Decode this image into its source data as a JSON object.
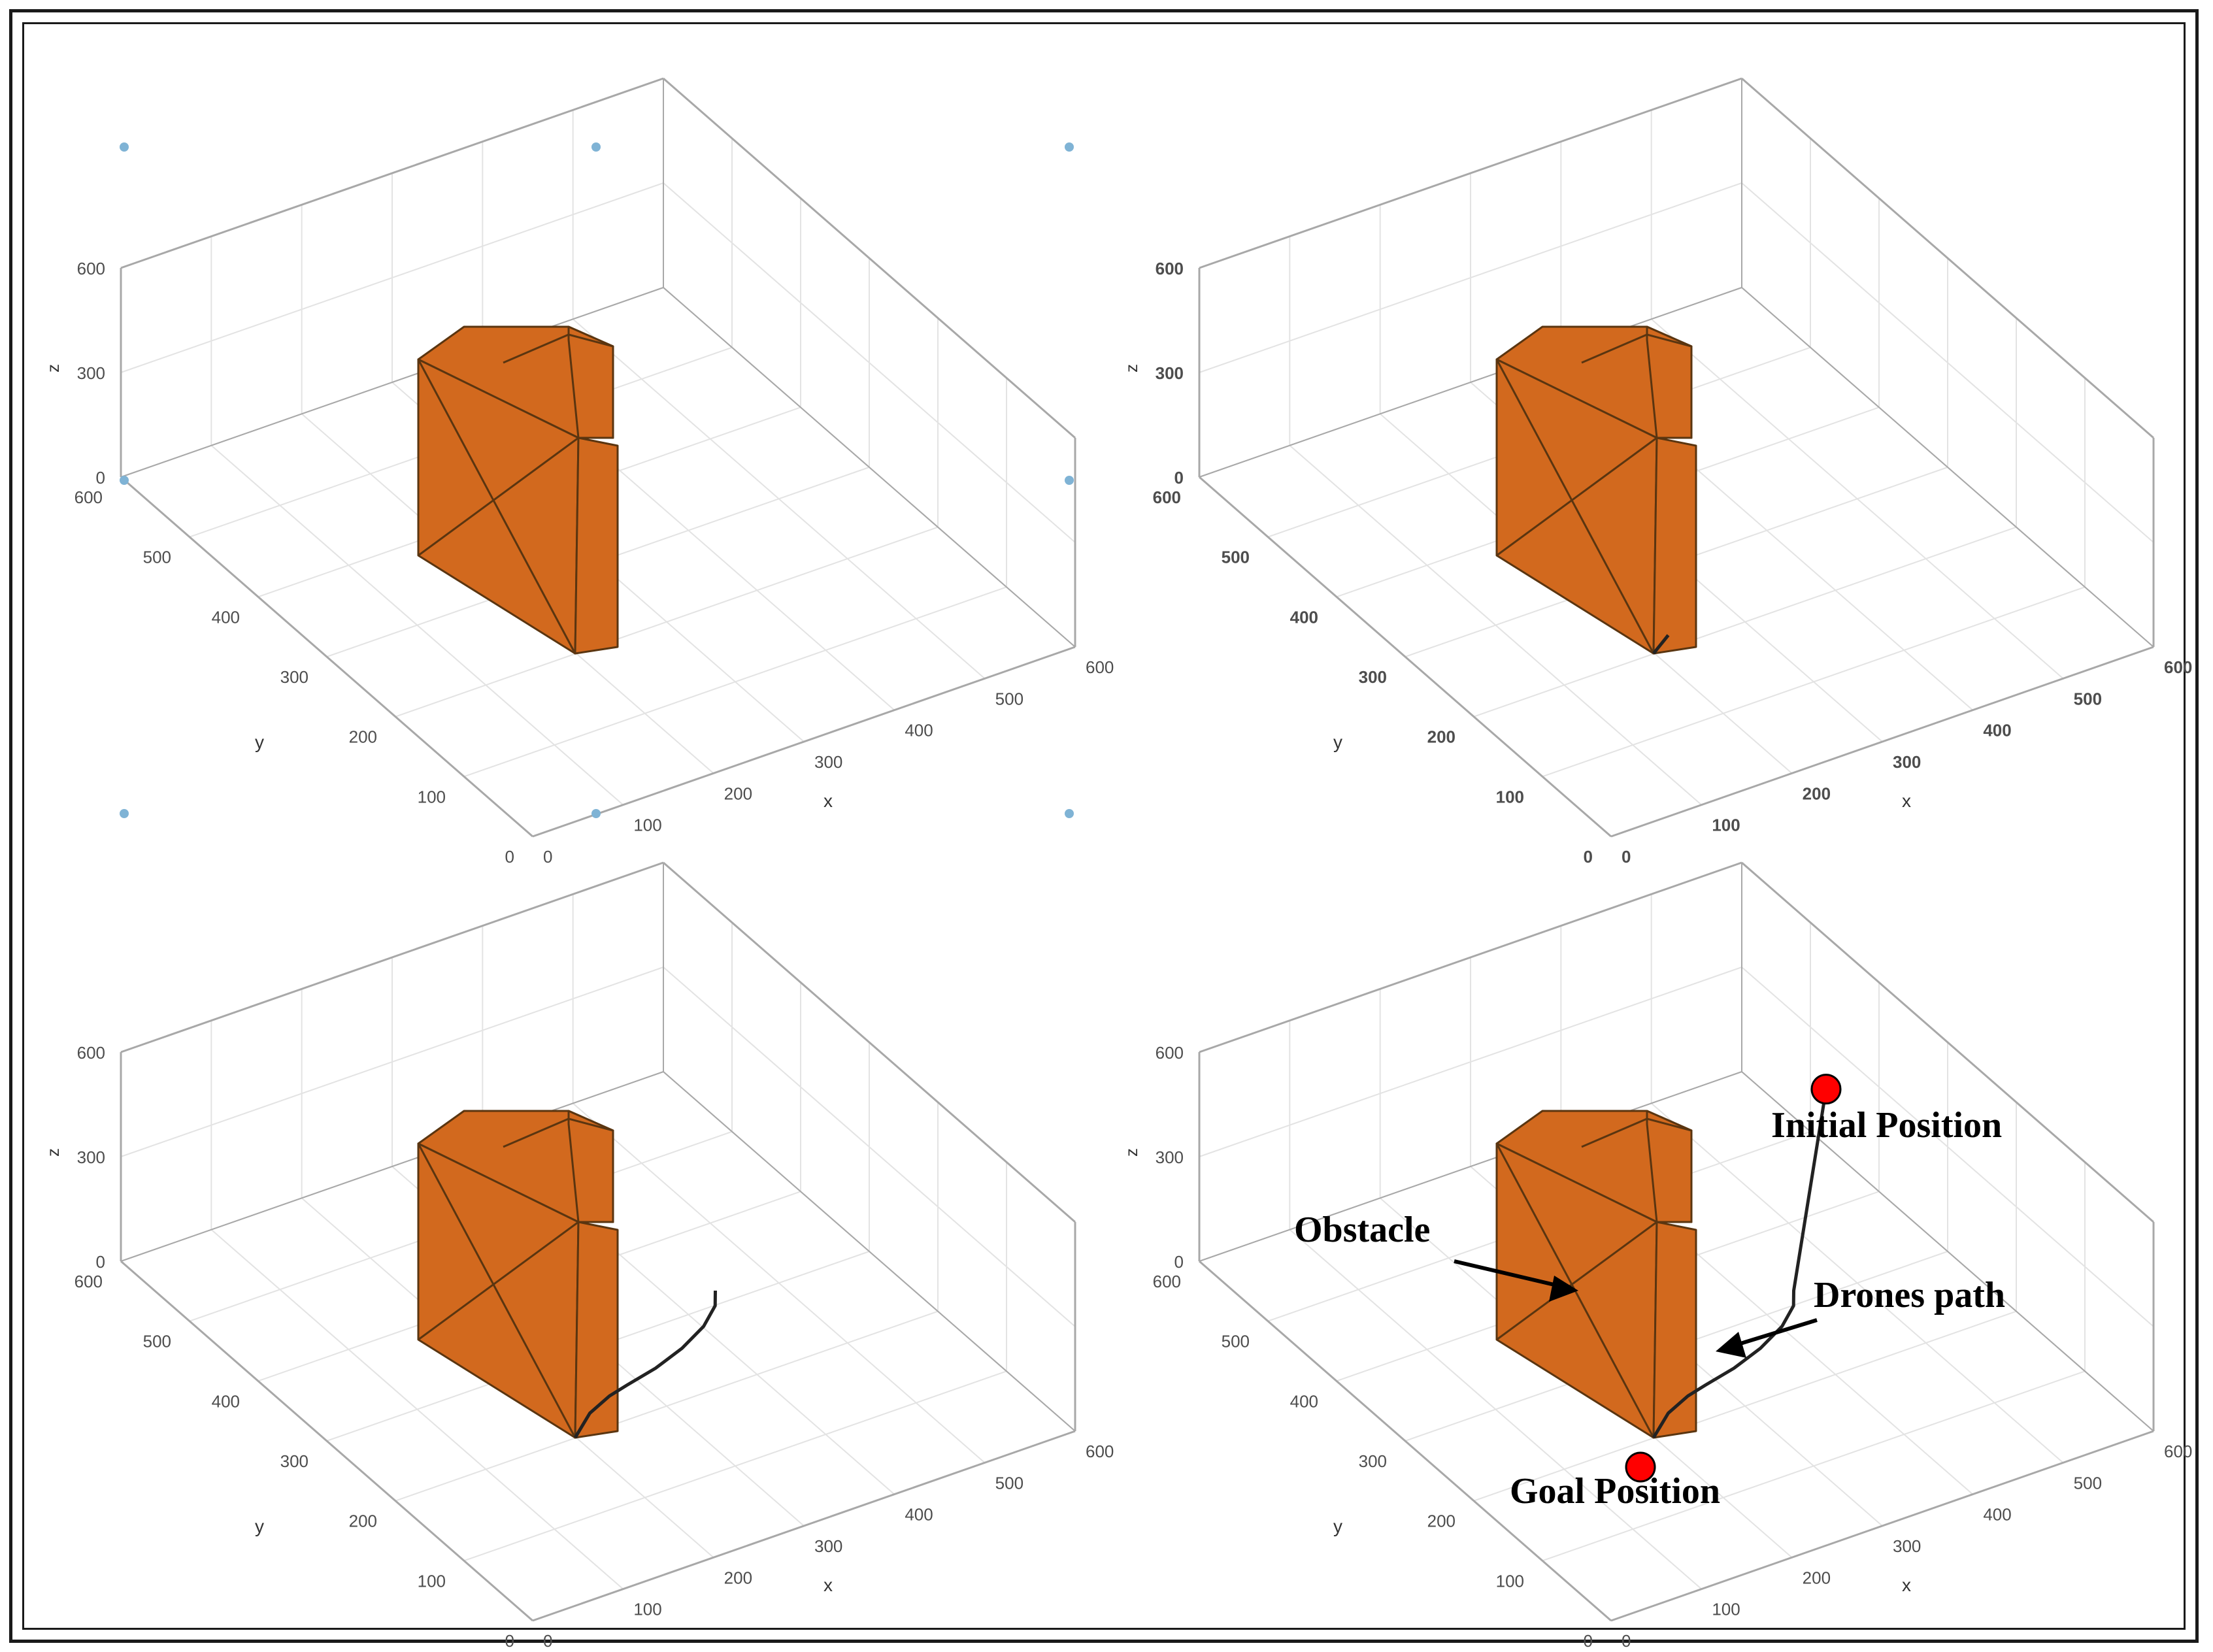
{
  "chart_data": [
    {
      "type": "scatter",
      "panel": "top-left",
      "xlabel": "x",
      "ylabel": "y",
      "zlabel": "z",
      "xlim": [
        0,
        600
      ],
      "ylim": [
        0,
        600
      ],
      "zlim": [
        0,
        600
      ],
      "xticks": [
        "0",
        "100",
        "200",
        "300",
        "400",
        "500",
        "600"
      ],
      "yticks": [
        "0",
        "100",
        "200",
        "300",
        "400",
        "500",
        "600"
      ],
      "zticks": [
        "0",
        "300",
        "600"
      ],
      "grid": true,
      "bold_ticks": false,
      "show_markers": true,
      "path": [],
      "annotations": [],
      "obstacle_color": "#d2691e"
    },
    {
      "type": "scatter",
      "panel": "top-right",
      "xlabel": "x",
      "ylabel": "y",
      "zlabel": "z",
      "xlim": [
        0,
        600
      ],
      "ylim": [
        0,
        600
      ],
      "zlim": [
        0,
        600
      ],
      "xticks": [
        "0",
        "100",
        "200",
        "300",
        "400",
        "500",
        "600"
      ],
      "yticks": [
        "0",
        "100",
        "200",
        "300",
        "400",
        "500",
        "600"
      ],
      "zticks": [
        "0",
        "300",
        "600"
      ],
      "grid": true,
      "bold_ticks": true,
      "show_markers": false,
      "path": [
        [
          300,
          300,
          0
        ],
        [
          315,
          300,
          20
        ]
      ],
      "annotations": [],
      "obstacle_color": "#d2691e"
    },
    {
      "type": "scatter",
      "panel": "bottom-left",
      "xlabel": "x",
      "ylabel": "y",
      "zlabel": "z",
      "xlim": [
        0,
        600
      ],
      "ylim": [
        0,
        600
      ],
      "zlim": [
        0,
        600
      ],
      "xticks": [
        "0",
        "100",
        "200",
        "300",
        "400",
        "500",
        "600"
      ],
      "yticks": [
        "0",
        "100",
        "200",
        "300",
        "400",
        "500",
        "600"
      ],
      "zticks": [
        "0",
        "300",
        "600"
      ],
      "grid": true,
      "bold_ticks": false,
      "show_markers": false,
      "path": [
        [
          300,
          300,
          0
        ],
        [
          315,
          300,
          30
        ],
        [
          335,
          300,
          45
        ],
        [
          350,
          305,
          50
        ],
        [
          370,
          320,
          55
        ],
        [
          385,
          340,
          65
        ],
        [
          392,
          365,
          80
        ],
        [
          390,
          388,
          100
        ],
        [
          380,
          405,
          120
        ]
      ],
      "annotations": [],
      "obstacle_color": "#d2691e"
    },
    {
      "type": "scatter",
      "panel": "bottom-right",
      "xlabel": "x",
      "ylabel": "y",
      "zlabel": "z",
      "xlim": [
        0,
        600
      ],
      "ylim": [
        0,
        600
      ],
      "zlim": [
        0,
        600
      ],
      "xticks": [
        "0",
        "100",
        "200",
        "300",
        "400",
        "500",
        "600"
      ],
      "yticks": [
        "0",
        "100",
        "200",
        "300",
        "400",
        "500",
        "600"
      ],
      "zticks": [
        "0",
        "300",
        "600"
      ],
      "grid": true,
      "bold_ticks": false,
      "show_markers": false,
      "path": [
        [
          300,
          300,
          0
        ],
        [
          315,
          300,
          30
        ],
        [
          335,
          300,
          45
        ],
        [
          350,
          305,
          50
        ],
        [
          370,
          320,
          55
        ],
        [
          385,
          340,
          65
        ],
        [
          392,
          365,
          80
        ],
        [
          390,
          388,
          100
        ],
        [
          380,
          405,
          120
        ],
        [
          388,
          410,
          220
        ],
        [
          396,
          415,
          320
        ],
        [
          404,
          420,
          420
        ]
      ],
      "start": [
        404,
        420,
        420
      ],
      "goal": [
        300,
        300,
        0
      ],
      "marker_color": "#ff0000",
      "annotations": [
        {
          "text": "Initial Position",
          "target": "start"
        },
        {
          "text": "Obstacle",
          "target": "obstacle"
        },
        {
          "text": "Drones path",
          "target": "path"
        },
        {
          "text": "Goal Position",
          "target": "goal"
        }
      ],
      "obstacle_color": "#d2691e"
    }
  ]
}
